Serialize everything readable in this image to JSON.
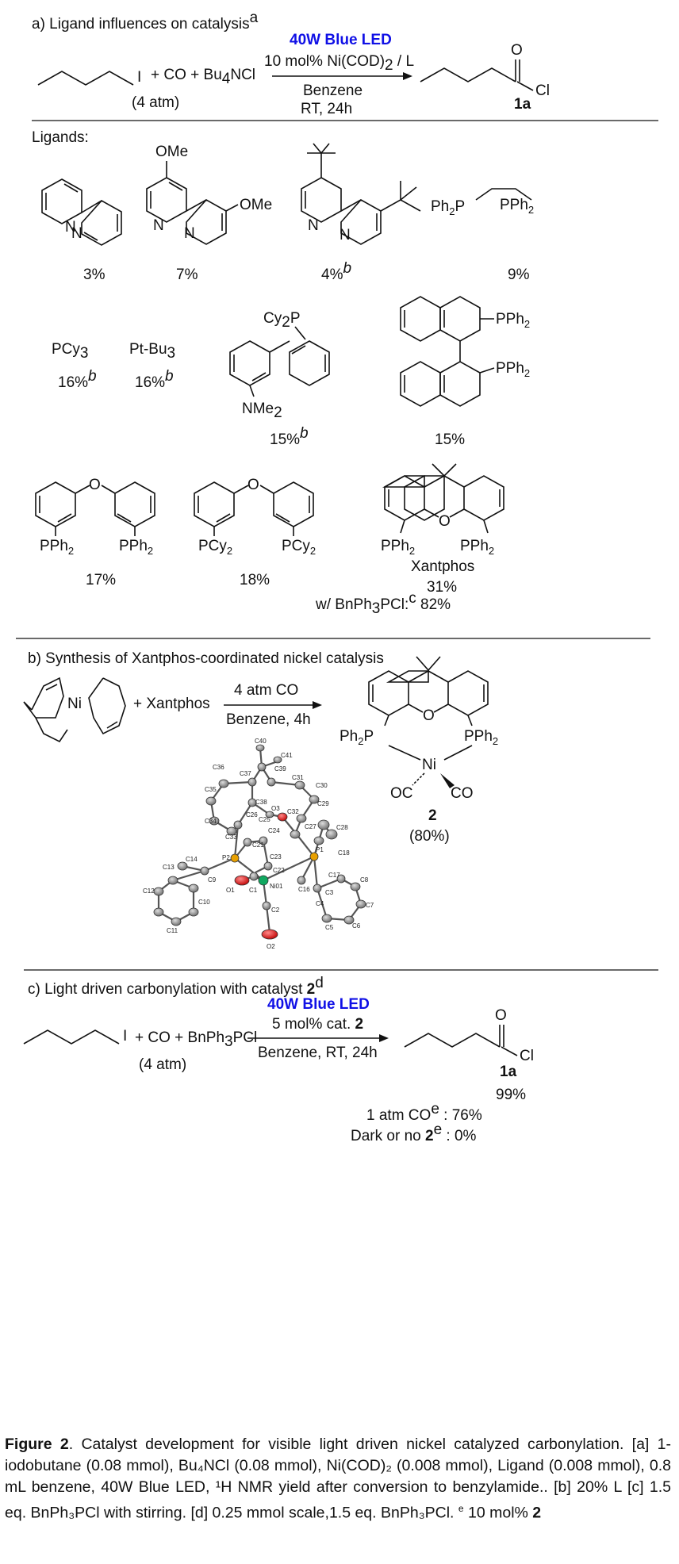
{
  "section_a": {
    "title": "a) Ligand influences on catalysis",
    "title_sup": "a",
    "reaction": {
      "reagent_co": "CO",
      "reagent_salt": "Bu",
      "reagent_salt_sub": "4",
      "reagent_salt_tail": "NCl",
      "pressure": "(4 atm)",
      "light": "40W Blue LED",
      "catalyst": "10 mol% Ni(COD)",
      "catalyst_sub": "2",
      "catalyst_tail": " / L",
      "solvent": "Benzene",
      "conditions": "RT, 24h",
      "product_label": "1a",
      "atom_O": "O",
      "atom_Cl": "Cl",
      "atom_I": "I"
    },
    "ligands_heading": "Ligands:",
    "ligands": [
      {
        "yield": "3%"
      },
      {
        "yield": "7%",
        "group": "OMe"
      },
      {
        "yield": "4%",
        "note": "b"
      },
      {
        "yield": "9%"
      },
      {
        "name": "PCy",
        "name_sub": "3",
        "yield": "16%",
        "note": "b"
      },
      {
        "name": "Pt-Bu",
        "name_sub": "3",
        "yield": "16%",
        "note": "b"
      },
      {
        "yield": "15%",
        "note": "b",
        "group_top": "Cy",
        "group_bottom": "NMe"
      },
      {
        "yield": "15%"
      },
      {
        "yield": "17%"
      },
      {
        "yield": "18%"
      },
      {
        "name": "Xantphos",
        "yield": "31%",
        "extra": "w/ BnPh",
        "extra_sup": "c",
        "extra_yield": "82%"
      }
    ]
  },
  "section_b": {
    "title": "b) Synthesis of Xantphos-coordinated nickel catalysis",
    "reagent": "Xantphos",
    "condition_top": "4 atm CO",
    "condition_bottom": "Benzene, 4h",
    "product_label": "2",
    "product_yield": "(80%)",
    "ni": "Ni",
    "co": "CO",
    "oc": "OC",
    "crystal_labels": [
      "C40",
      "C41",
      "C36",
      "C37",
      "C39",
      "C31",
      "C30",
      "C35",
      "C38",
      "O3",
      "C32",
      "C29",
      "C34",
      "C26",
      "C25",
      "C24",
      "C27",
      "C28",
      "C33",
      "C21",
      "C23",
      "C18",
      "C14",
      "P2",
      "C22",
      "P1",
      "C16",
      "C17",
      "C13",
      "C9",
      "O1",
      "C1",
      "Ni01",
      "C8",
      "C3",
      "C7",
      "C12",
      "C10",
      "C4",
      "C6",
      "C11",
      "C2",
      "C5",
      "O2"
    ]
  },
  "section_c": {
    "title": "c) Light driven carbonylation with catalyst ",
    "title_bold": "2",
    "title_sup": "d",
    "light": "40W Blue LED",
    "catalyst": "5 mol% cat. ",
    "catalyst_bold": "2",
    "conditions": "Benzene, RT, 24h",
    "pressure": "(4 atm)",
    "reagent_salt": "BnPh",
    "reagent_salt_sub": "3",
    "reagent_salt_tail": "PCl",
    "product_label": "1a",
    "results": [
      {
        "label": "",
        "value": "99%"
      },
      {
        "label": "1 atm CO",
        "sup": "e",
        "value": "76%"
      },
      {
        "label": "Dark or no ",
        "bold": "2",
        "sup": "e",
        "value": "0%"
      }
    ]
  },
  "caption": {
    "label": "Figure 2",
    "text": ". Catalyst development for visible light driven nickel catalyzed carbonylation. [a] 1-iodobutane (0.08 mmol), Bu₄NCl (0.08 mmol), Ni(COD)₂ (0.008 mmol), Ligand (0.008 mmol), 0.8 mL benzene, 40W Blue LED, ¹H NMR yield after conversion to benzylamide.. [b] 20% L [c] 1.5 eq. BnPh₃PCl with stirring. [d] 0.25 mmol scale,1.5 eq. BnPh₃PCl. ",
    "tail_sup": "e",
    "tail": " 10 mol% ",
    "tail_bold": "2"
  }
}
